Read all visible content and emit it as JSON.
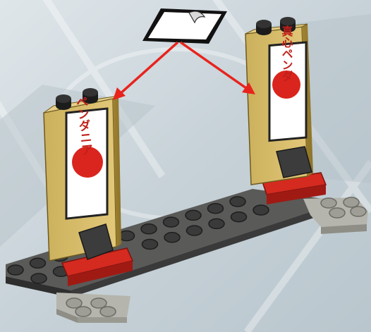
{
  "scene": {
    "kind": "lego-build-instruction-step",
    "background_color": "#c3cfd6",
    "accent_arrow_color": "#e8231c"
  },
  "parts": {
    "sticker_sheet": {
      "icon": "sticker-sheet-icon"
    },
    "left_banner": {
      "text": "ペンダニア",
      "icon": "banner-sticker-icon"
    },
    "right_banner": {
      "text": "真心ペンダ",
      "icon": "banner-sticker-icon"
    }
  },
  "colors": {
    "tan": "#d4b765",
    "tan_dark": "#a88c3a",
    "dark_gray": "#4b4b4b",
    "gray_light": "#b4b4ae",
    "red": "#d9251d",
    "black": "#1a1a1a"
  }
}
